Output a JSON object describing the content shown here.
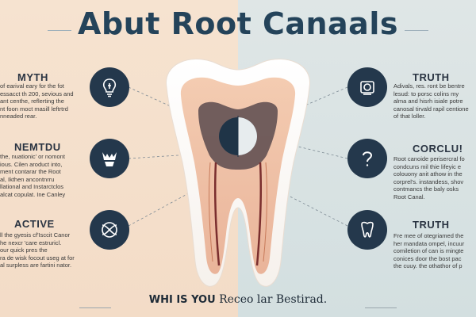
{
  "title": "Abut Root Canaals",
  "footer": {
    "part_a": "WHI IS YOU",
    "part_b": "Receo lar Bestirad."
  },
  "left_panels": [
    {
      "heading": "MYTH",
      "icon": "lightbulb-head-icon",
      "lines": [
        "of earival eary for the fot",
        "essacct th 200, sevious and",
        "ant centhe, reflerting the",
        "nt foon moct masill leftrtrd",
        "nneaded rear."
      ]
    },
    {
      "heading": "NEMTDU",
      "icon": "tooth-crown-icon",
      "lines": [
        "the, nuationic' or nomont",
        "ious. Cilen aroduct into,",
        "ment contarar the Root",
        "al, Ikthen ancontnrru",
        "llational and Instarctclos",
        "alcat copulat. Ine Canley"
      ]
    },
    {
      "heading": "ACTIVE",
      "icon": "knot-icon",
      "lines": [
        "ll the gyesis cf'Isccit Canor",
        "he nexcr 'care estruricl.",
        "our quick pres the",
        "ra de wisk focout useg at for",
        "al surpless are fartini nator."
      ]
    }
  ],
  "right_panels": [
    {
      "heading": "TRUTH",
      "icon": "toilet-icon",
      "lines": [
        "Adivals, res. ront be bentre",
        "lesud: to porsc colins my",
        "alma and hisrh isiale potre",
        "canosal tirvald rapil centione",
        "of that loller."
      ]
    },
    {
      "heading": "CORCLU!",
      "icon": "question-mark-icon",
      "lines": [
        "Root canoide perisercral fo",
        "condcuns mil thie lifeyic e",
        "colouony anit athow in the",
        "corprel's. instandess, shov",
        "contmancs the baly osks",
        "Root Canal."
      ]
    },
    {
      "heading": "TRUTH",
      "icon": "tooth-icon",
      "lines": [
        "Fre mee of otegriamed the",
        "her mandata ompel, incuur",
        "comiletion of can is mingte",
        "conices door the bost pac",
        "the cuuy. the othathor of p"
      ]
    }
  ],
  "colors": {
    "left_bg": "#f6e3d0",
    "right_bg": "#dfe6e6",
    "circle": "#24384c",
    "title": "#24435a"
  }
}
